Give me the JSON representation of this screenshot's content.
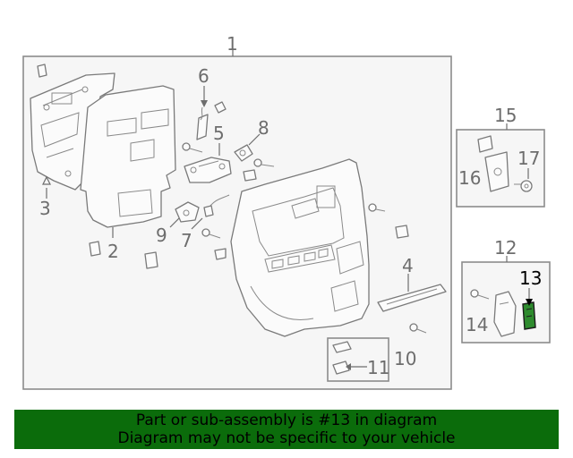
{
  "callouts": {
    "c1": "1",
    "c2": "2",
    "c3": "3",
    "c4": "4",
    "c5": "5",
    "c6": "6",
    "c7": "7",
    "c8": "8",
    "c9": "9",
    "c10": "10",
    "c11": "11",
    "c12": "12",
    "c13": "13",
    "c14": "14",
    "c15": "15",
    "c16": "16",
    "c17": "17"
  },
  "highlight": {
    "part": "13",
    "color": "#2e8b2e"
  },
  "banner": {
    "line1": "Part or sub-assembly is #13 in diagram",
    "line2": "Diagram may not be specific to your vehicle",
    "background": "#0b6c0b"
  }
}
